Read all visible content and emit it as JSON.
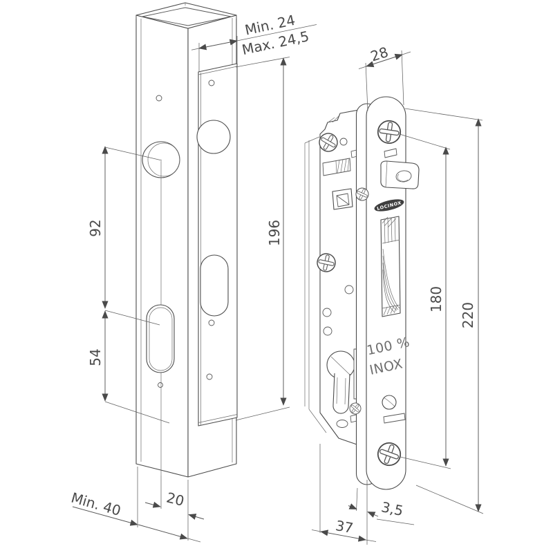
{
  "drawing": {
    "type": "technical-dimension-drawing",
    "subject": "gate post cutout and insert lock",
    "colors": {
      "line": "#4a4a4a",
      "dim_text": "#4a4a4a",
      "logo_bg": "#3f3f3f",
      "background": "#ffffff"
    },
    "dims": {
      "slot_min": "Min. 24",
      "slot_max": "Max. 24,5",
      "faceplate_width": "28",
      "circle_spacing": "92",
      "oval_spacing": "54",
      "cutout_height": "196",
      "screw_spacing": "180",
      "faceplate_height": "220",
      "post_width": "Min. 40",
      "edge_offset": "20",
      "case_depth": "37",
      "plate_thickness": "3,5"
    },
    "markings": {
      "brand": "LOCINOX",
      "steel_line1": "100 %",
      "steel_line2": "INOX"
    }
  }
}
